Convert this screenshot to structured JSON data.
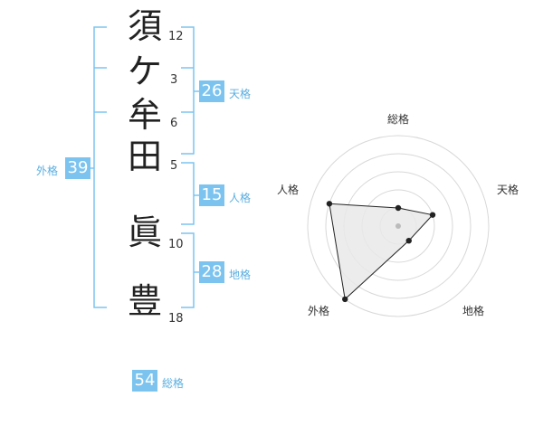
{
  "name_chars": [
    {
      "char": "須",
      "strokes": "12"
    },
    {
      "char": "ケ",
      "strokes": "3"
    },
    {
      "char": "牟",
      "strokes": "6"
    },
    {
      "char": "田",
      "strokes": "5"
    },
    {
      "char": "眞",
      "strokes": "10"
    },
    {
      "char": "豊",
      "strokes": "18"
    }
  ],
  "fortunes": {
    "tenkaku": {
      "value": "26",
      "label": "天格"
    },
    "jinkaku": {
      "value": "15",
      "label": "人格"
    },
    "chikaku": {
      "value": "28",
      "label": "地格"
    },
    "gaikaku": {
      "value": "39",
      "label": "外格"
    },
    "soukaku": {
      "value": "54",
      "label": "総格"
    }
  },
  "radar": {
    "axes": [
      "総格",
      "天格",
      "地格",
      "外格",
      "人格"
    ],
    "levels": 5,
    "values": [
      1,
      2,
      1,
      5,
      4
    ],
    "colors": {
      "grid": "#d8d8d8",
      "fill": "#e9e9e9",
      "line": "#222222",
      "center_dot": "#bbbbbb"
    }
  },
  "colors": {
    "accent": "#7cc4ef",
    "bracket": "#7cc4ef"
  }
}
